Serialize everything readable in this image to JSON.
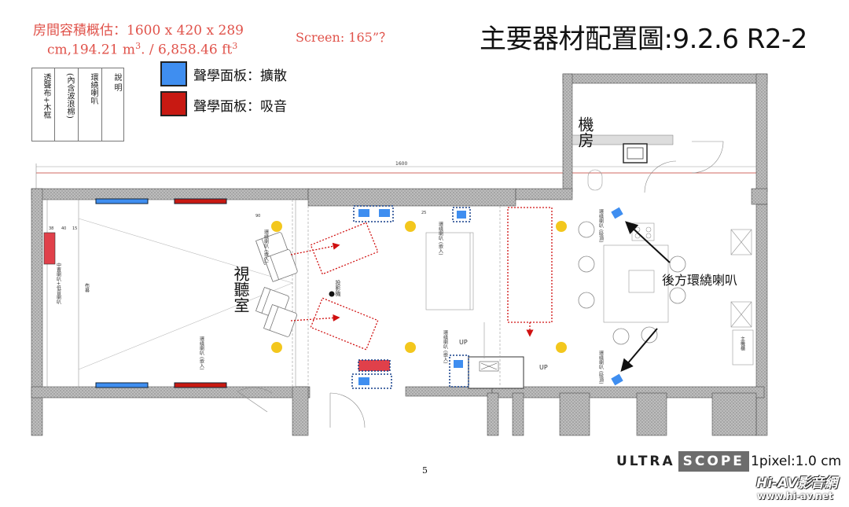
{
  "header": {
    "title": "主要器材配置圖:9.2.6 R2-2",
    "volume_line1": "房間容積概估：1600 x 420 x 289",
    "volume_line2_a": "cm,194.21 m",
    "volume_line2_b": "3",
    "volume_line2_c": ". / 6,858.46 ft",
    "volume_line2_d": "3",
    "screen": "Screen: 165”？"
  },
  "legend": {
    "items": [
      {
        "label": "聲學面板：擴散",
        "color": "#3f8ef0"
      },
      {
        "label": "聲學面板：吸音",
        "color": "#c81912"
      }
    ]
  },
  "notes": {
    "columns": [
      "說 明",
      "環繞喇叭",
      "(內含波浪棉)",
      "透聲布+木框"
    ]
  },
  "plan": {
    "rooms": {
      "machine_room": "機房",
      "viewing_room": "視聽室"
    },
    "dimension": "1600",
    "rear_surround_label": "後方環繞喇叭",
    "small_labels": {
      "surround_embedded": "環繞喇叭\n(嵌入)",
      "surround_flush": "環繞喇叭\n(吸頂)",
      "projector": "投影機",
      "up": "UP",
      "screen_cloth": "布幕",
      "front_speakers": "中置喇叭+低音喇叭",
      "main_cabinet": "主機櫃",
      "dims": [
        "38",
        "40",
        "15",
        "90",
        "25"
      ]
    },
    "colors": {
      "wall": "#8a8a8a",
      "diffuser": "#3f8ef0",
      "absorber": "#c81912",
      "dimension_line": "#c0392b",
      "ceiling_light": "#f3c71d",
      "dotted_red": "#d01010"
    }
  },
  "footer": {
    "page": "5",
    "brand_a": "ULTRA",
    "brand_b": "SCOPE",
    "pixel_scale": "1pixel:1.0 cm",
    "watermark_site": "Hi-AV影音網",
    "watermark_url": "www.hi-av.net"
  }
}
